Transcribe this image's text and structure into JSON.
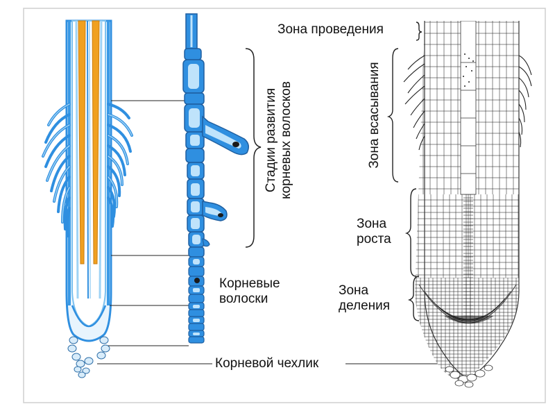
{
  "labels": {
    "zone_conduction": "Зона проведения",
    "zone_absorption": "Зона всасывания",
    "zone_growth": "Зона\nроста",
    "zone_division": "Зона\nделения",
    "root_hairs": "Корневые\nволоски",
    "root_cap": "Корневой чехлик",
    "hair_stages": "Стадии развития\nкорневых волосков"
  },
  "colors": {
    "blue": "#2f8fe0",
    "light_blue": "#9fd3f5",
    "orange": "#f0a020",
    "line": "#222222"
  }
}
